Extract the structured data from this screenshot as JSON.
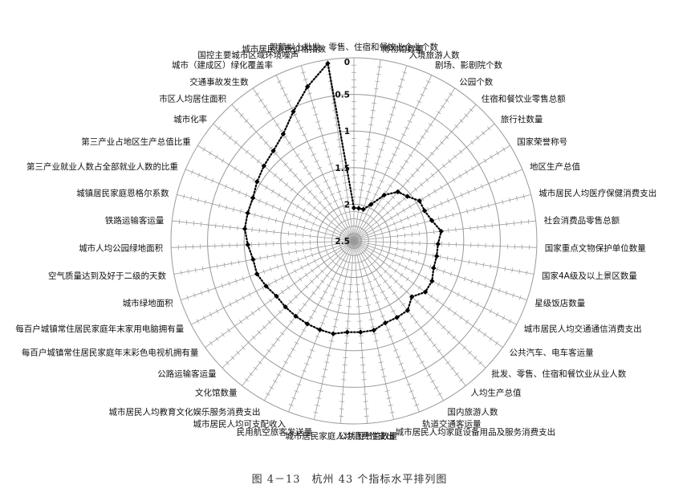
{
  "caption": "图 4－13　杭州 43 个指标水平排列图",
  "chart_data": {
    "type": "radar",
    "radial_axis": {
      "min": 0,
      "max": 2.5,
      "reversed": true,
      "tick_labels": [
        "0",
        "0.5",
        "1",
        "1.5",
        "2",
        "2.5"
      ]
    },
    "line_style": "dotted",
    "marker": "diamond",
    "colors": {
      "series": "#000000",
      "grid": "#9a9a9a"
    },
    "categories": [
      "限额以上批发、零售、住宿和餐饮业企业个数",
      "博物馆数量",
      "入境旅游人数",
      "剧场、影剧院个数",
      "公园个数",
      "住宿和餐饮业零售总额",
      "旅行社数量",
      "国家荣誉称号",
      "地区生产总值",
      "城市居民人均医疗保健消费支出",
      "社会消费品零售总额",
      "国家重点文物保护单位数量",
      "国家4A级及以上景区数量",
      "星级饭店数量",
      "城市居民人均交通通信消费支出",
      "公共汽车、电车客运量",
      "批发、零售、住宿和餐饮业从业人数",
      "人均生产总值",
      "国内旅游人数",
      "轨道交通客运量",
      "城市居民人均家庭设备用品及服务消费支出",
      "公共图书馆数量",
      "城市居民家庭人均消费性支出",
      "民用航空旅客发送量",
      "城市居民人均可支配收入",
      "城市居民人均教育文化娱乐服务消费支出",
      "文化馆数量",
      "公路运输客运量",
      "每百户城镇常住居民家庭年末彩色电视机拥有量",
      "每百户城镇常住居民家庭年末家用电脑拥有量",
      "城市绿地面积",
      "空气质量达到及好于二级的天数",
      "城市人均公园绿地面积",
      "铁路运输客运量",
      "城镇居民家庭恩格尔系数",
      "第三产业就业人数占全部就业人数的比重",
      "第三产业占地区生产总值比重",
      "城市化率",
      "市区人均居住面积",
      "交通事故发生数",
      "城市（建成区）绿化覆盖率",
      "国控主要城市区域环境噪声",
      "城市居民消费价格指数"
    ],
    "values": [
      2.05,
      2.05,
      2.05,
      1.95,
      1.75,
      1.6,
      1.55,
      1.45,
      1.45,
      1.4,
      1.3,
      1.35,
      1.35,
      1.35,
      1.3,
      1.3,
      1.4,
      1.3,
      1.3,
      1.3,
      1.25,
      1.25,
      1.25,
      1.2,
      1.2,
      1.2,
      1.2,
      1.2,
      1.2,
      1.15,
      1.1,
      1.1,
      1.05,
      1.0,
      1.0,
      1.0,
      0.95,
      0.9,
      0.85,
      0.75,
      0.55,
      0.3,
      0.05
    ]
  }
}
